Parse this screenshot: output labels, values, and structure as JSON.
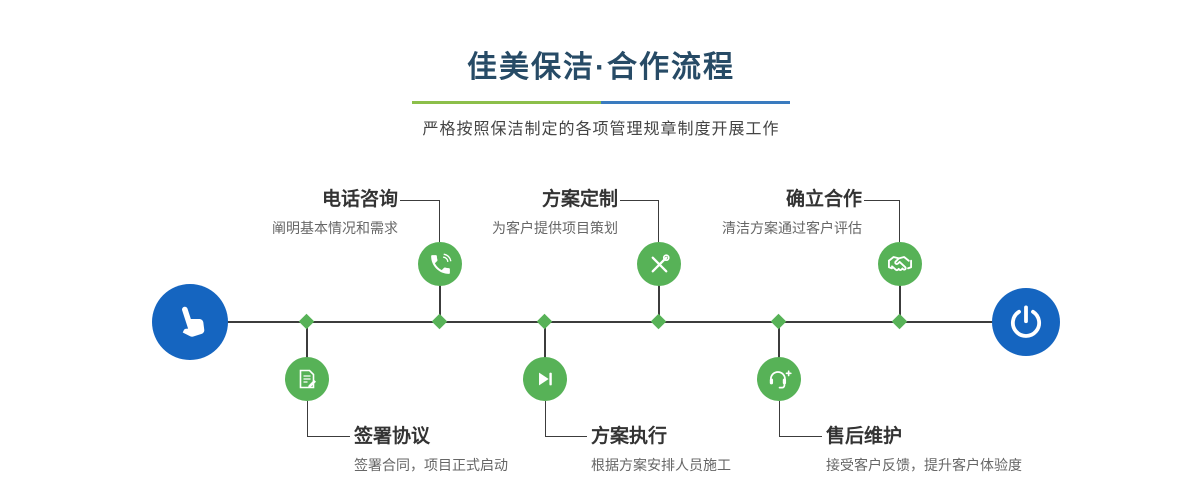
{
  "header": {
    "title": "佳美保洁·合作流程",
    "subtitle": "严格按照保洁制定的各项管理规章制度开展工作"
  },
  "flow": {
    "start": {
      "icon": "pointer-hand-icon"
    },
    "end": {
      "icon": "power-icon"
    },
    "steps_top": [
      {
        "title": "电话咨询",
        "desc": "阐明基本情况和需求",
        "icon": "phone-icon"
      },
      {
        "title": "方案定制",
        "desc": "为客户提供项目策划",
        "icon": "design-tools-icon"
      },
      {
        "title": "确立合作",
        "desc": "清洁方案通过客户评估",
        "icon": "handshake-icon"
      }
    ],
    "steps_bottom": [
      {
        "title": "签署协议",
        "desc": "签署合同，项目正式启动",
        "icon": "contract-icon"
      },
      {
        "title": "方案执行",
        "desc": "根据方案安排人员施工",
        "icon": "play-next-icon"
      },
      {
        "title": "售后维护",
        "desc": "接受客户反馈，提升客户体验度",
        "icon": "headset-add-icon"
      }
    ]
  },
  "colors": {
    "title": "#274b66",
    "divider_green": "#8cbf4a",
    "divider_blue": "#3a7bbf",
    "accent_green": "#57b257",
    "accent_blue": "#1565c0",
    "line": "#3c3c3c",
    "step_title": "#333333",
    "step_desc": "#666666"
  }
}
